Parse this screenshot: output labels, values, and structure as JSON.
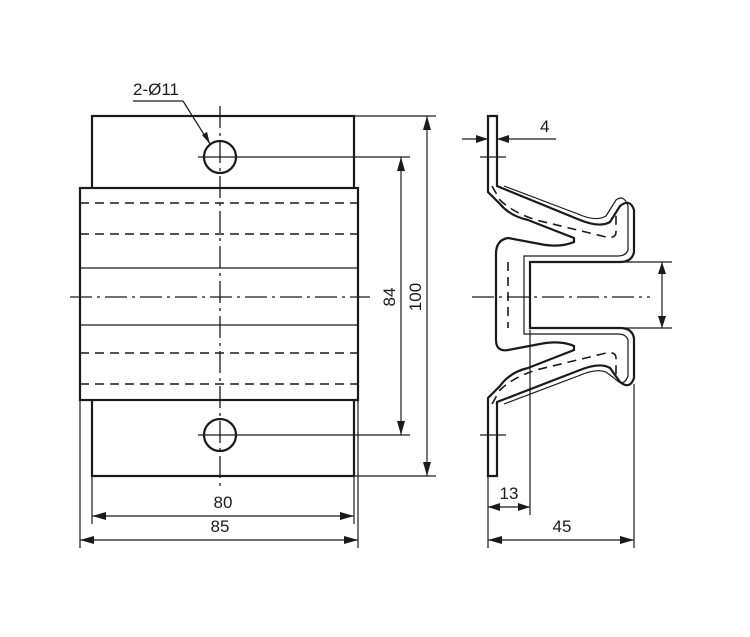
{
  "labels": {
    "hole_callout": "2-Ø11",
    "dim_80": "80",
    "dim_85": "85",
    "dim_84": "84",
    "dim_100": "100",
    "dim_4": "4",
    "dim_13": "13",
    "dim_45": "45"
  }
}
